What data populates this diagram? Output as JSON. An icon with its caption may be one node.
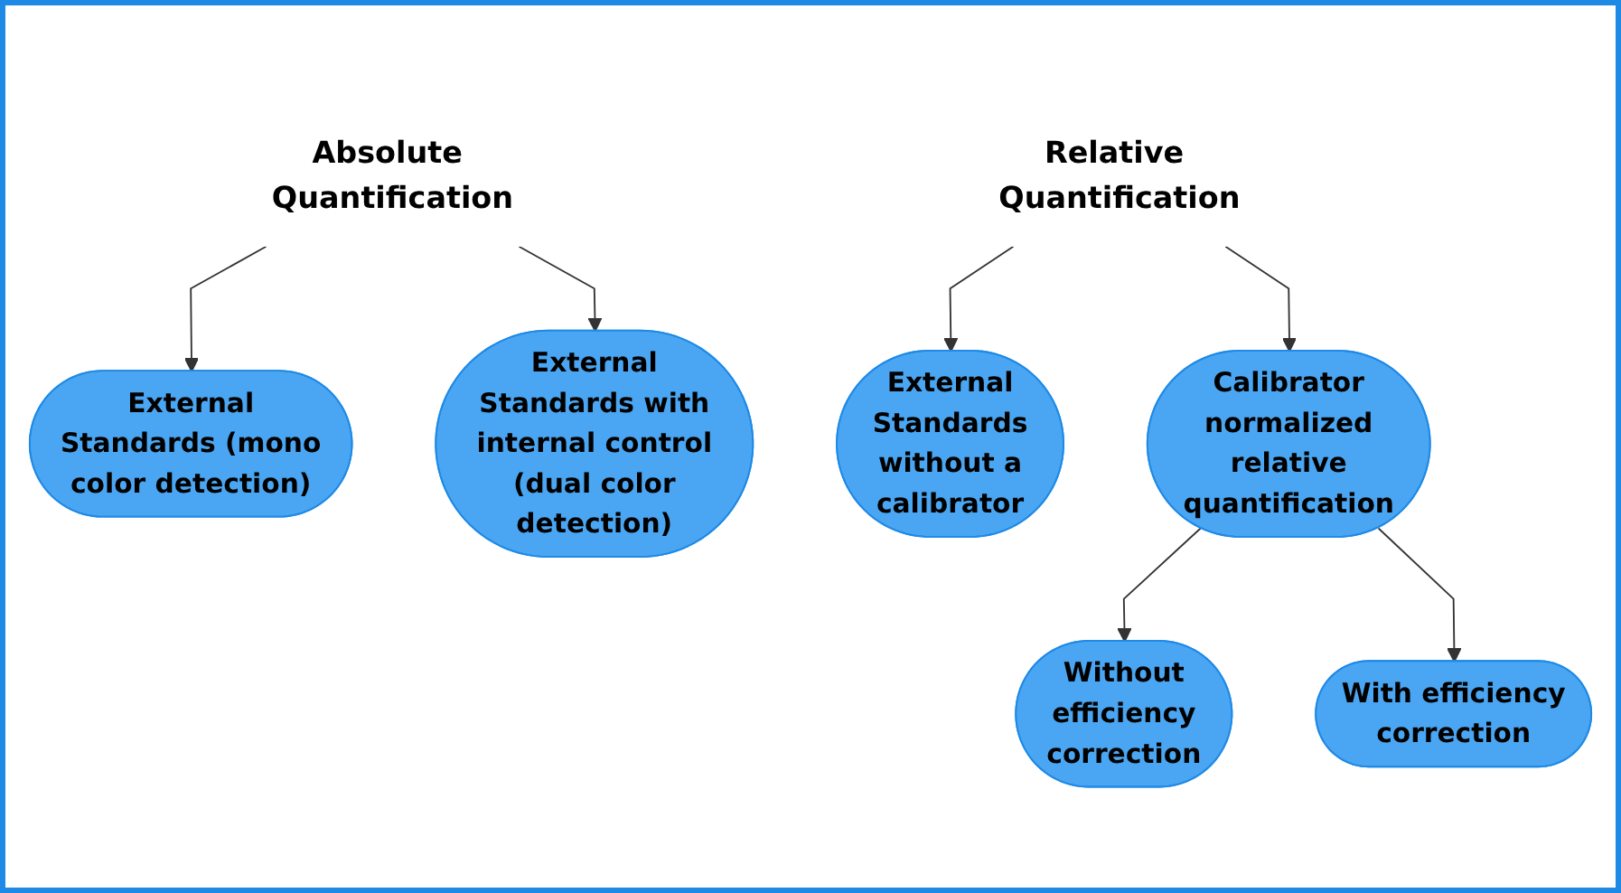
{
  "diagram": {
    "nodes": [
      {
        "text": [
          "Absolute Quantification"
        ]
      },
      {
        "text": [
          "Relative Quantification"
        ]
      },
      {
        "text": [
          "External Standards (mono color detection)"
        ]
      },
      {
        "text": [
          "External Standards with internal control (dual color detection)"
        ]
      },
      {
        "text": [
          "External Standards without a calibrator"
        ]
      },
      {
        "text": [
          "Calibrator normalized relative quantification"
        ]
      },
      {
        "text": [
          "Without efficiency correction"
        ]
      },
      {
        "text": [
          "With efficiency correction"
        ]
      }
    ],
    "edges": [
      {
        "from": 0,
        "to": 2,
        "arrow": "to"
      },
      {
        "from": 0,
        "to": 3,
        "arrow": "to"
      },
      {
        "from": 1,
        "to": 4,
        "arrow": "to"
      },
      {
        "from": 1,
        "to": 5,
        "arrow": "to"
      },
      {
        "from": 5,
        "to": 6,
        "arrow": "to"
      },
      {
        "from": 5,
        "to": 7,
        "arrow": "to"
      }
    ]
  }
}
